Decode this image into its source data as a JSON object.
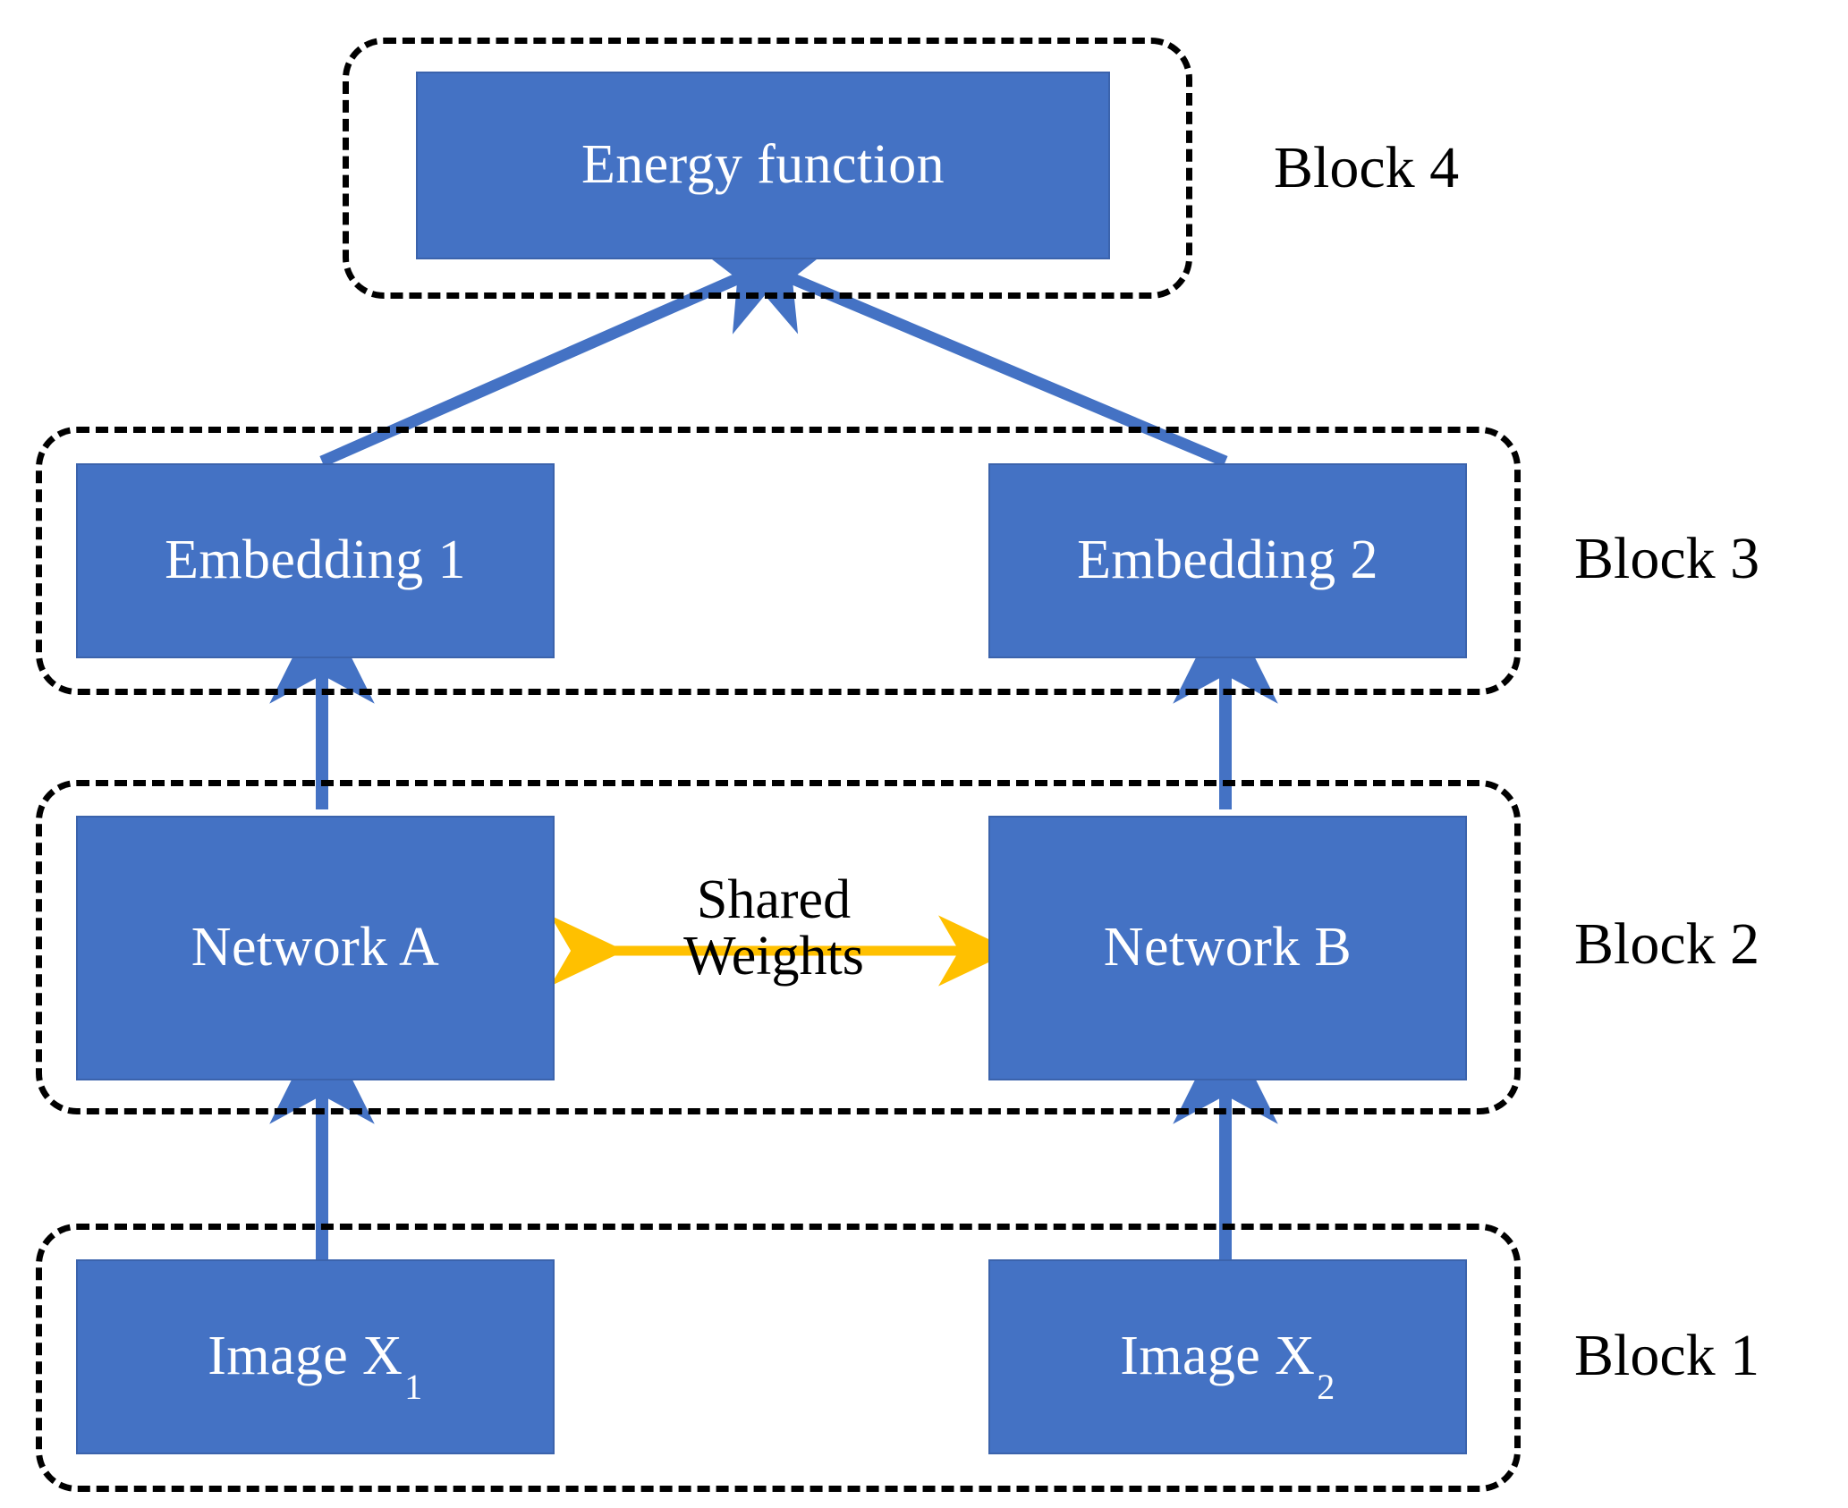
{
  "diagram": {
    "title": "Siamese network architecture block diagram",
    "colors": {
      "node_fill": "#4472C4",
      "node_border": "#3B63AC",
      "node_text": "#FFFFFF",
      "block_border": "#000000",
      "arrow_blue": "#4472C4",
      "arrow_gold": "#FFC000",
      "background": "#FFFFFF"
    },
    "nodes": {
      "energy_function": "Energy function",
      "embedding_1": "Embedding 1",
      "embedding_2": "Embedding 2",
      "network_a": "Network A",
      "network_b": "Network B",
      "image_x1_base": "Image X",
      "image_x1_sub": "1",
      "image_x2_base": "Image X",
      "image_x2_sub": "2"
    },
    "block_labels": {
      "block4": "Block 4",
      "block3": "Block 3",
      "block2": "Block 2",
      "block1": "Block 1"
    },
    "annotations": {
      "shared_weights_line1": "Shared",
      "shared_weights_line2": "Weights"
    }
  },
  "chart_data": {
    "type": "diagram",
    "title": "Siamese network architecture",
    "blocks": [
      {
        "id": "block4",
        "label": "Block 4",
        "nodes": [
          "Energy function"
        ]
      },
      {
        "id": "block3",
        "label": "Block 3",
        "nodes": [
          "Embedding 1",
          "Embedding 2"
        ]
      },
      {
        "id": "block2",
        "label": "Block 2",
        "nodes": [
          "Network A",
          "Network B"
        ]
      },
      {
        "id": "block1",
        "label": "Block 1",
        "nodes": [
          "Image X1",
          "Image X2"
        ]
      }
    ],
    "edges": [
      {
        "from": "Image X1",
        "to": "Network A",
        "style": "solid-arrow",
        "color": "#4472C4"
      },
      {
        "from": "Image X2",
        "to": "Network B",
        "style": "solid-arrow",
        "color": "#4472C4"
      },
      {
        "from": "Network A",
        "to": "Embedding 1",
        "style": "solid-arrow",
        "color": "#4472C4"
      },
      {
        "from": "Network B",
        "to": "Embedding 2",
        "style": "solid-arrow",
        "color": "#4472C4"
      },
      {
        "from": "Embedding 1",
        "to": "Energy function",
        "style": "diagonal-arrow",
        "color": "#4472C4"
      },
      {
        "from": "Embedding 2",
        "to": "Energy function",
        "style": "diagonal-arrow",
        "color": "#4472C4"
      },
      {
        "from": "Network A",
        "to": "Network B",
        "style": "double-arrow",
        "color": "#FFC000",
        "label": "Shared Weights"
      }
    ]
  }
}
